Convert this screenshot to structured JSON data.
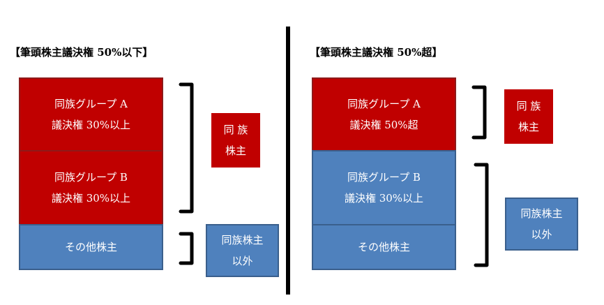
{
  "left": {
    "title": "【筆頭株主議決権 50%以下】",
    "group_a": {
      "line1": "同族グループ A",
      "line2": "議決権 30%以上"
    },
    "group_b": {
      "line1": "同族グループ B",
      "line2": "議決権 30%以上"
    },
    "others": {
      "label": "その他株主"
    },
    "family_label": {
      "line1": "同 族",
      "line2": "株主"
    },
    "nonfamily_label": {
      "line1": "同族株主",
      "line2": "以外"
    }
  },
  "right": {
    "title": "【筆頭株主議決権 50%超】",
    "group_a": {
      "line1": "同族グループ A",
      "line2": "議決権 50%超"
    },
    "group_b": {
      "line1": "同族グループ B",
      "line2": "議決権 30%以上"
    },
    "others": {
      "label": "その他株主"
    },
    "family_label": {
      "line1": "同 族",
      "line2": "株主"
    },
    "nonfamily_label": {
      "line1": "同族株主",
      "line2": "以外"
    }
  },
  "colors": {
    "family": "#c00000",
    "nonfamily": "#4f81bd",
    "divider": "#000000"
  }
}
